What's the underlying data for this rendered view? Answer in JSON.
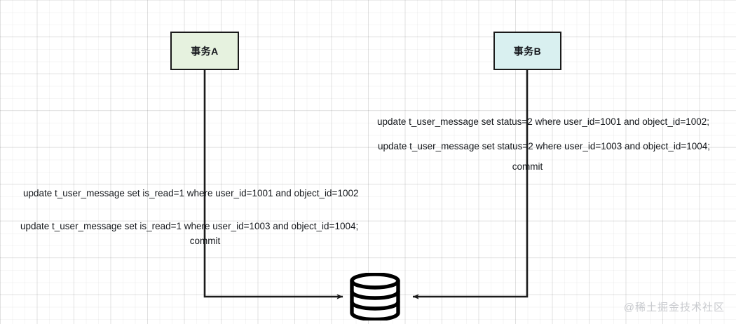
{
  "diagram": {
    "type": "sequence-diagram",
    "background": "#ffffff",
    "grid_color": "#e8e8e8",
    "actors": [
      {
        "id": "a",
        "label": "事务A",
        "fill": "#e6f2df",
        "stroke": "#1a1a1a"
      },
      {
        "id": "b",
        "label": "事务B",
        "fill": "#d9f0f0",
        "stroke": "#1a1a1a"
      }
    ],
    "messages": {
      "b_line1": "update t_user_message set status=2 where user_id=1001 and object_id=1002;",
      "b_line2": "update t_user_message set status=2 where user_id=1003 and object_id=1004;",
      "b_commit": "commit",
      "a_line1": "update t_user_message set is_read=1 where user_id=1001 and object_id=1002",
      "a_line2": "update t_user_message set is_read=1 where user_id=1003 and object_id=1004;",
      "a_commit": "commit"
    },
    "database": {
      "icon": "database-cylinder-icon",
      "stroke": "#000000",
      "fill": "#ffffff"
    },
    "watermark": "@稀土掘金技术社区"
  }
}
